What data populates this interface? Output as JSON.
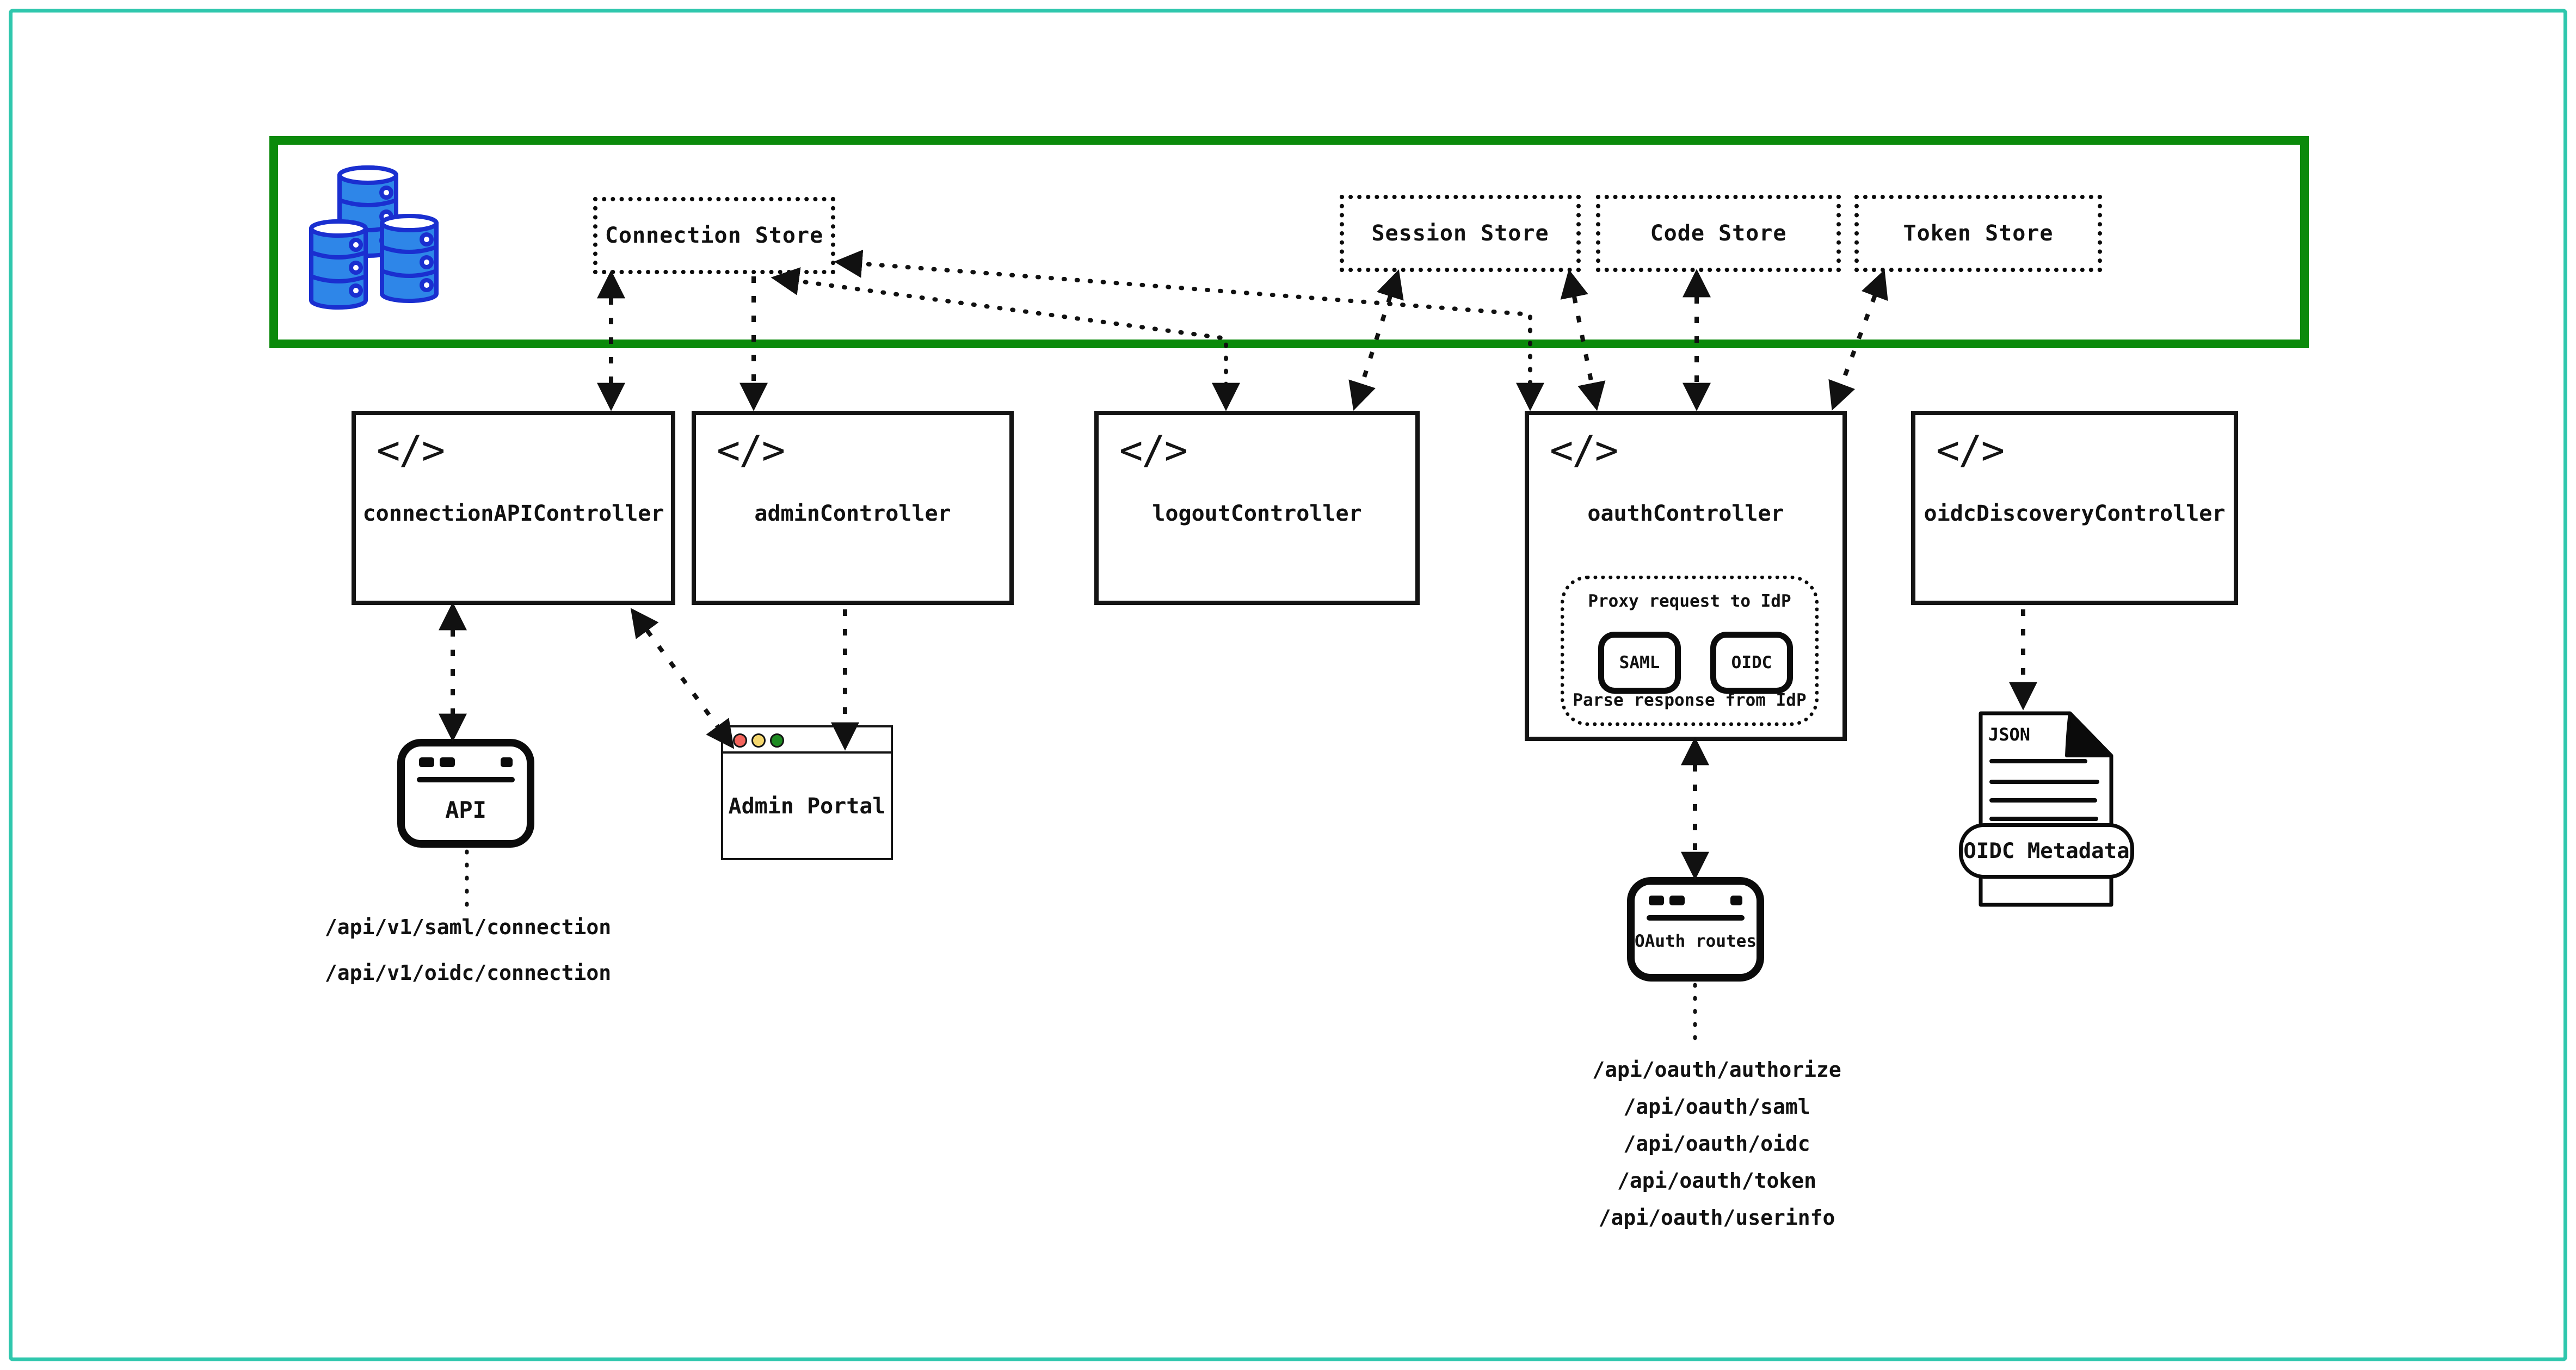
{
  "diagram": {
    "frame_color": "#2FC7AD",
    "container_color": "#0B8A0B",
    "line_color": "#111111"
  },
  "stores": {
    "connection": "Connection Store",
    "session": "Session Store",
    "code": "Code Store",
    "token": "Token Store"
  },
  "controllers": {
    "connection_api": "connectionAPIController",
    "admin": "adminController",
    "logout": "logoutController",
    "oauth": "oauthController",
    "oidc_discovery": "oidcDiscoveryController"
  },
  "icons": {
    "code": "</>"
  },
  "oauth_proxy": {
    "title": "Proxy request to IdP",
    "saml": "SAML",
    "oidc": "OIDC",
    "footer": "Parse response from IdP"
  },
  "clients": {
    "api": "API",
    "admin_portal": "Admin Portal",
    "oauth_routes": "OAuth routes"
  },
  "document": {
    "file_type": "JSON",
    "label": "OIDC Metadata"
  },
  "endpoints": {
    "connection_api": [
      "/api/v1/saml/connection",
      "/api/v1/oidc/connection"
    ],
    "oauth": [
      "/api/oauth/authorize",
      "/api/oauth/saml",
      "/api/oauth/oidc",
      "/api/oauth/token",
      "/api/oauth/userinfo"
    ]
  }
}
